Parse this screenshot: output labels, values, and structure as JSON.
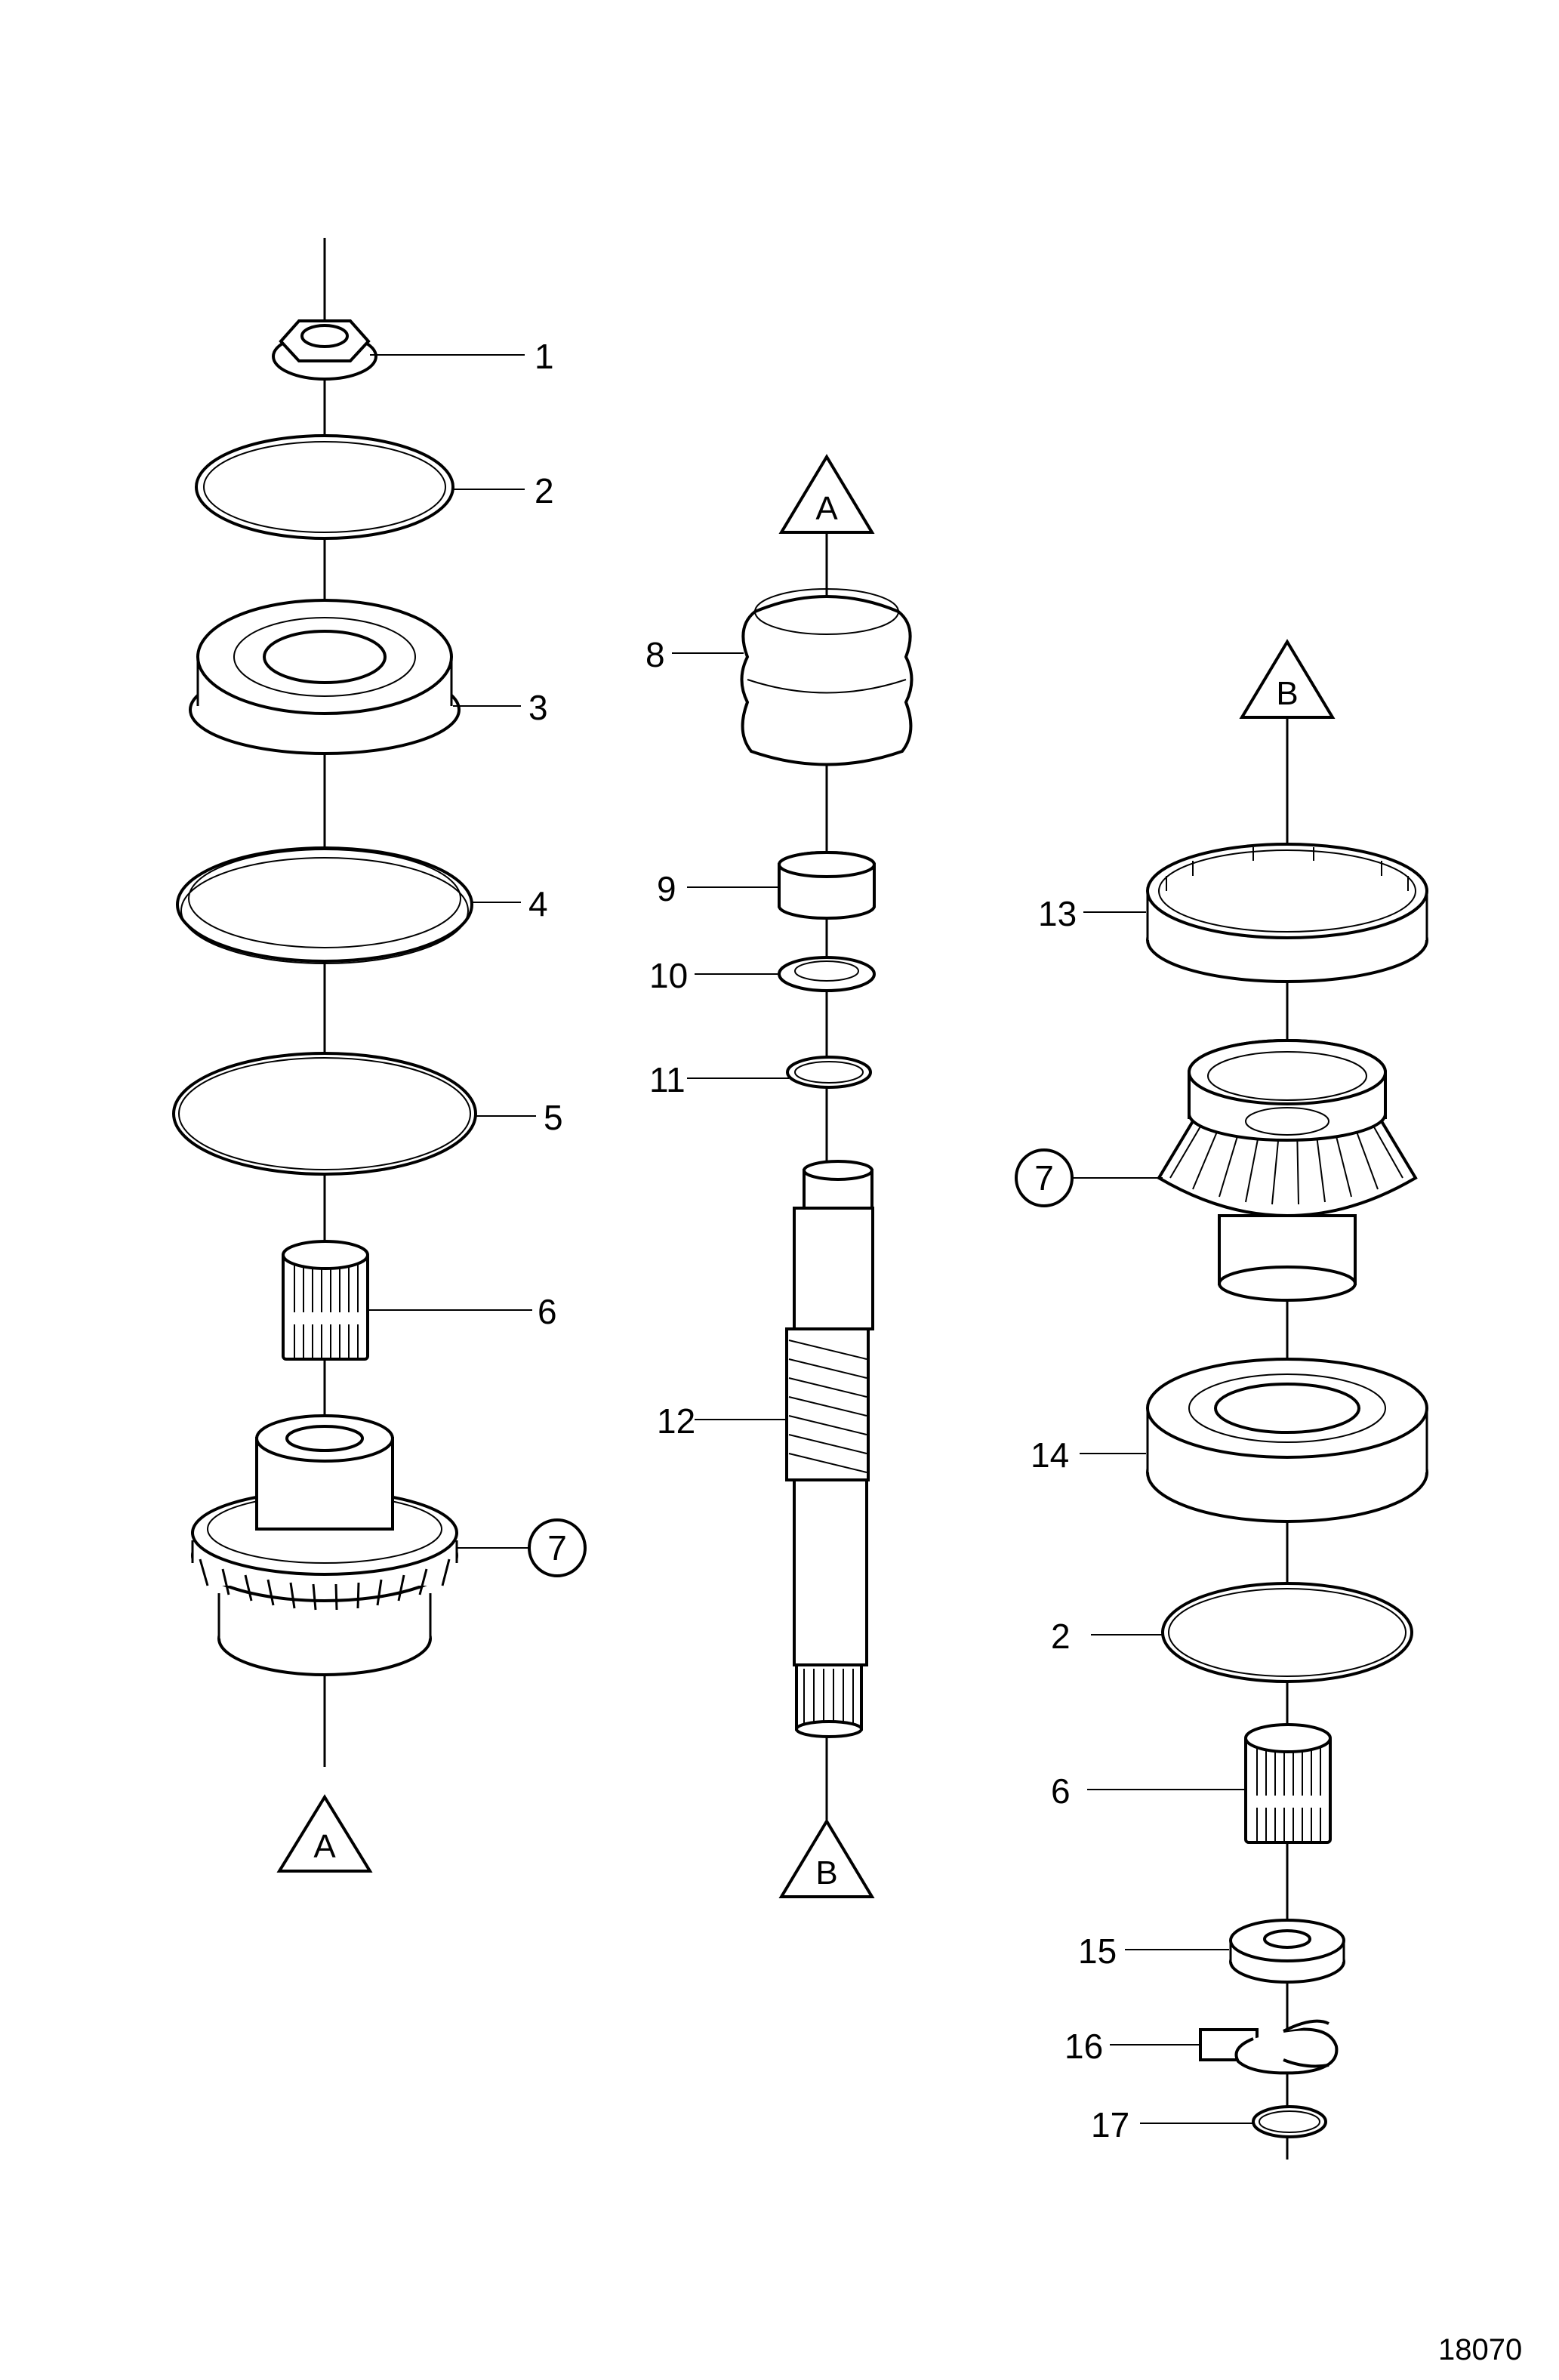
{
  "figure_number": "18070",
  "connectors": {
    "a_left_bottom": "A",
    "a_middle_top": "A",
    "b_middle_bottom": "B",
    "b_right_top": "B"
  },
  "left_column": {
    "callouts": [
      "1",
      "2",
      "3",
      "4",
      "5",
      "6",
      "7"
    ]
  },
  "middle_column": {
    "callouts": [
      "8",
      "9",
      "10",
      "11",
      "12"
    ]
  },
  "right_column": {
    "callouts": [
      "13",
      "7",
      "14",
      "2",
      "6",
      "15",
      "16",
      "17"
    ]
  }
}
